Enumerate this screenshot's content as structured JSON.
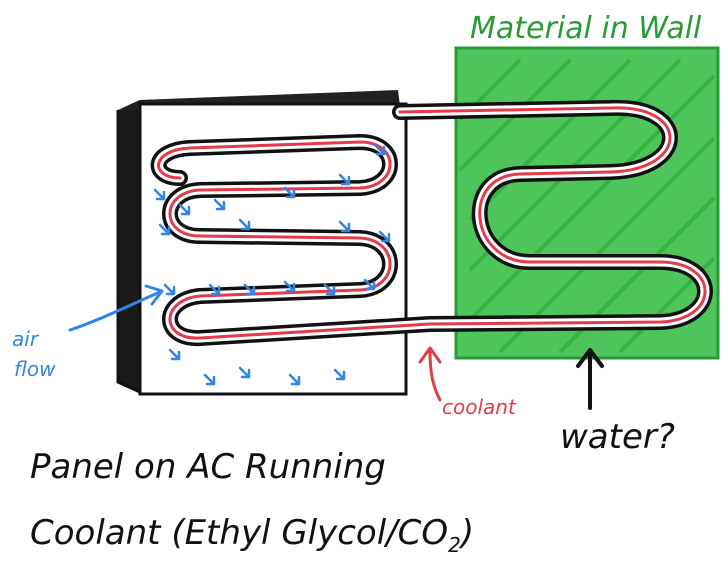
{
  "labels": {
    "material": "Material in Wall",
    "air_flow_line1": "air",
    "air_flow_line2": "flow",
    "coolant": "coolant",
    "water": "water?",
    "caption_line1": "Panel on AC Running",
    "caption_line2_main": "Coolant (Ethyl Glycol/CO",
    "caption_line2_sub": "2",
    "caption_line2_end": ")"
  },
  "colors": {
    "ink": "#111111",
    "coolant_red": "#e53a4a",
    "wall_green": "#3cbf4a",
    "wall_green_dark": "#2a9a36",
    "airflow_blue": "#2f86e6",
    "panel_fill": "#ffffff"
  },
  "icons": {
    "airflow_arrows": "small-down-right-arrow",
    "coolant_pointer": "up-arrow",
    "water_pointer": "up-arrow"
  }
}
